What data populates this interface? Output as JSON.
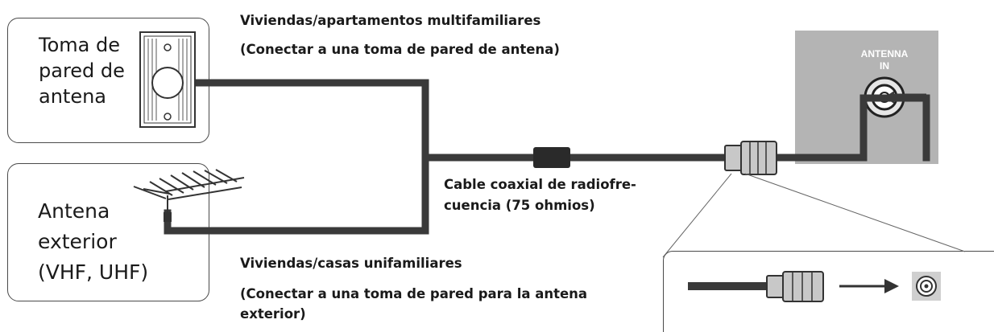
{
  "wall_outlet": {
    "line1": "Toma de",
    "line2": "pared de",
    "line3": "antena"
  },
  "outdoor_antenna": {
    "line1": "Antena",
    "line2": "exterior",
    "line3": "(VHF, UHF)"
  },
  "multifamily": {
    "title": "Viviendas/apartamentos multifamiliares",
    "subtitle": "(Conectar a una toma de pared de antena)"
  },
  "singlefamily": {
    "title": "Viviendas/casas unifamiliares",
    "subtitle_line1": "(Conectar a una toma de pared para la antena",
    "subtitle_line2": "exterior)"
  },
  "cable": {
    "line1": "Cable coaxial de radiofre-",
    "line2": "cuencia (75 ohmios)"
  },
  "tv_panel": {
    "label_line1": "ANTENNA",
    "label_line2": "IN"
  },
  "colors": {
    "cable": "#3a3a3a",
    "panel": "#b4b4b4",
    "connector": "#c8c8c8"
  }
}
